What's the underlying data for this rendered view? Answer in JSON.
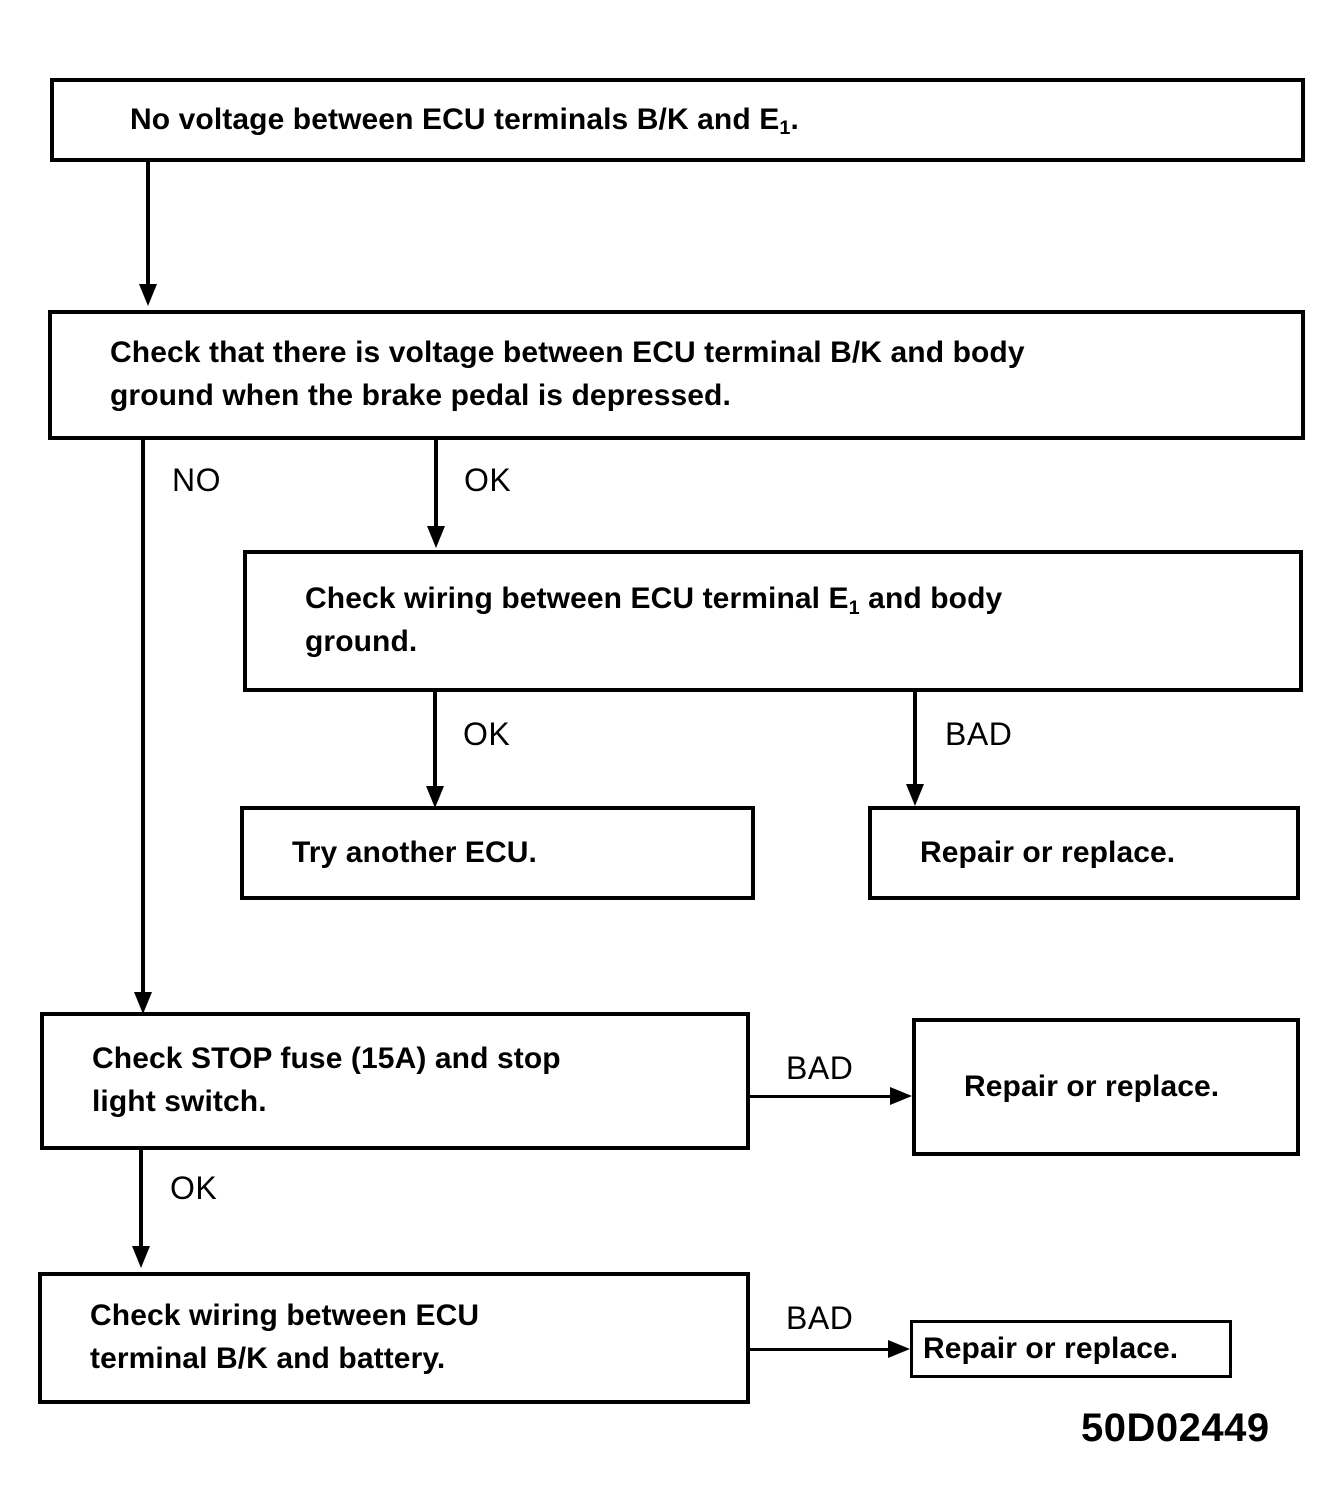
{
  "figure": {
    "id_label": "50D02449"
  },
  "nodes": [
    {
      "name": "no-voltage-between-ecu-terminals",
      "lines": [
        "No voltage between ECU terminals B/K and E",
        "1",
        "."
      ]
    },
    {
      "name": "check-voltage-bk-body-ground",
      "line1": "Check that there is voltage between ECU terminal B/K and body",
      "line2": "ground when the brake pedal is depressed."
    },
    {
      "name": "check-wiring-e1-body-ground",
      "line1_a": "Check wiring between ECU terminal E",
      "line1_sub": "1",
      "line1_b": " and body",
      "line2": "ground."
    },
    {
      "name": "try-another-ecu",
      "line1": "Try another ECU."
    },
    {
      "name": "repair-or-replace-mid",
      "line1": "Repair or replace."
    },
    {
      "name": "check-stop-fuse-and-switch",
      "line1": "Check STOP fuse (15A) and stop",
      "line2": "light switch."
    },
    {
      "name": "repair-or-replace-fuse",
      "line1": "Repair or replace."
    },
    {
      "name": "check-wiring-bk-battery",
      "line1": "Check wiring between ECU",
      "line2": "terminal B/K and battery."
    },
    {
      "name": "repair-or-replace-wiring",
      "line1": "Repair or replace."
    }
  ],
  "edge_labels": {
    "branch_no": "NO",
    "branch_ok_top": "OK",
    "branch_ok_mid": "OK",
    "branch_bad_mid": "BAD",
    "branch_bad_fuse": "BAD",
    "branch_ok_fuse": "OK",
    "branch_bad_wiring": "BAD"
  },
  "colors": {
    "ink": "#000000",
    "paper": "#ffffff"
  }
}
